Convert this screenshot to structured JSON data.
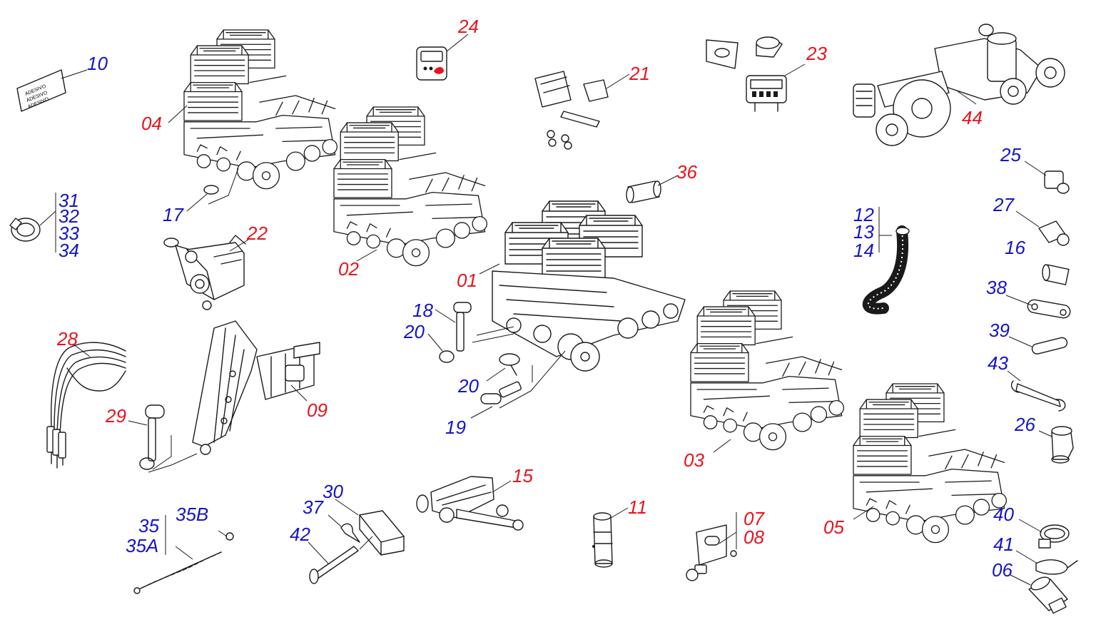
{
  "colors": {
    "red_label": "#e8141c",
    "blue_label": "#1414c8",
    "line": "#1a1a1a",
    "background": "#ffffff"
  },
  "labels": {
    "p01": "01",
    "p02": "02",
    "p03": "03",
    "p04": "04",
    "p05": "05",
    "p06": "06",
    "p07": "07",
    "p08": "08",
    "p09": "09",
    "p10": "10",
    "p11": "11",
    "p12": "12",
    "p13": "13",
    "p14": "14",
    "p15": "15",
    "p16": "16",
    "p17": "17",
    "p18": "18",
    "p19": "19",
    "p20a": "20",
    "p20b": "20",
    "p21": "21",
    "p22": "22",
    "p23": "23",
    "p24": "24",
    "p25": "25",
    "p26": "26",
    "p27": "27",
    "p28": "28",
    "p29": "29",
    "p30": "30",
    "p31": "31",
    "p32": "32",
    "p33": "33",
    "p34": "34",
    "p35": "35",
    "p35A": "35A",
    "p35B": "35B",
    "p36": "36",
    "p37": "37",
    "p38": "38",
    "p39": "39",
    "p40": "40",
    "p41": "41",
    "p42": "42",
    "p43": "43",
    "p44": "44"
  },
  "sticker_text": [
    "ADESIVO",
    "ADESIVO",
    "ADESIVO"
  ]
}
